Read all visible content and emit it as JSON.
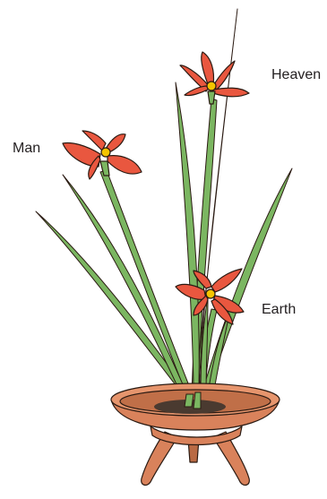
{
  "labels": {
    "heaven": "Heaven",
    "man": "Man",
    "earth": "Earth"
  },
  "colors": {
    "leaf": "#7bb661",
    "leaf_dark": "#3f6b2e",
    "petal": "#e9573f",
    "petal_dark": "#a83222",
    "center": "#f5c400",
    "pot": "#d9825b",
    "pot_dark": "#7a3f22",
    "soil": "#4a3a30",
    "outline": "#2a1a12"
  }
}
